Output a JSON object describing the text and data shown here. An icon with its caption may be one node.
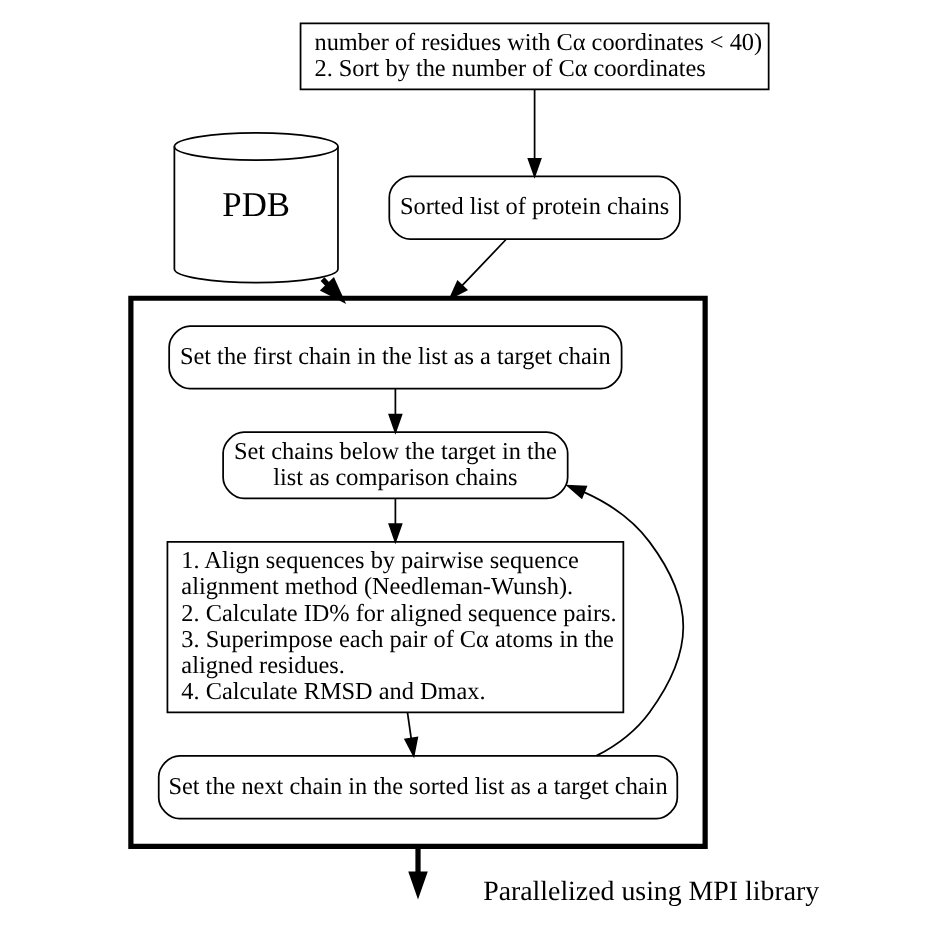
{
  "diagram": {
    "nodes": [
      {
        "text": [
          "PDB"
        ]
      },
      {
        "text": [
          "number of residues with Cα coordinates < 40)",
          "2. Sort by the number of Cα coordinates"
        ]
      },
      {
        "text": [
          "Sorted list of protein chains"
        ]
      },
      {
        "text": [],
        "shape": "box"
      },
      {
        "text": [
          "Set the first chain in the list as a target chain"
        ],
        "in": 3
      },
      {
        "text": [
          "Set chains below the target in the list as comparison chains"
        ],
        "in": 3
      },
      {
        "text": [
          "1. Align sequences by pairwise sequence alignment method (Needleman-Wunsh).",
          "2. Calculate ID% for aligned sequence pairs.",
          "3. Superimpose each pair of Cα atoms in the aligned residues.",
          "4. Calculate RMSD and Dmax."
        ],
        "in": 3
      },
      {
        "text": [
          "Set the next chain in the sorted list as a target chain"
        ],
        "in": 3
      }
    ],
    "edges": [
      {
        "from": 0,
        "to": 3,
        "arrow": "to",
        "style": "thick"
      },
      {
        "from": 1,
        "to": 2,
        "arrow": "to"
      },
      {
        "from": 2,
        "to": 3,
        "arrow": "to"
      },
      {
        "from": 4,
        "to": 5,
        "arrow": "to"
      },
      {
        "from": 5,
        "to": 6,
        "arrow": "to"
      },
      {
        "from": 6,
        "to": 7,
        "arrow": "to"
      },
      {
        "from": 7,
        "to": 5,
        "arrow": "to"
      },
      {
        "from": 3,
        "to": null,
        "arrow": "to",
        "style": "thick"
      }
    ],
    "labels": [
      "Parallelized using MPI library"
    ]
  }
}
